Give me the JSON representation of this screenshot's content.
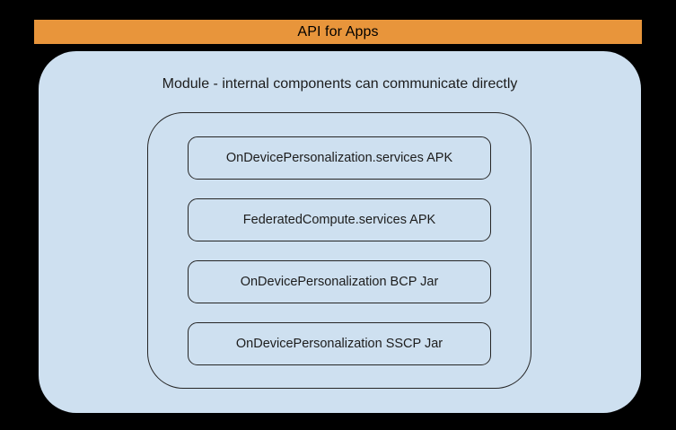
{
  "diagram": {
    "api_bar": {
      "label": "API for Apps",
      "background_color": "#e8953b",
      "text_color": "#000000"
    },
    "module_panel": {
      "caption": "Module - internal components can communicate directly",
      "background_color": "#cee0f0"
    },
    "inner_container": {
      "stroke_color": "#262626",
      "components": [
        {
          "label": "OnDevicePersonalization.services APK"
        },
        {
          "label": "FederatedCompute.services APK"
        },
        {
          "label": "OnDevicePersonalization BCP Jar"
        },
        {
          "label": "OnDevicePersonalization SSCP Jar"
        }
      ]
    },
    "background_color": "#000000"
  }
}
